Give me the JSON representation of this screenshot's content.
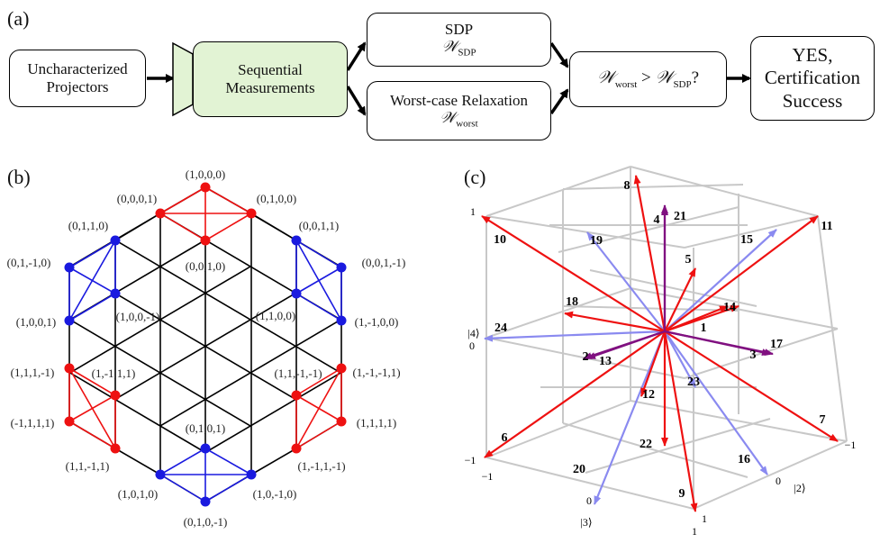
{
  "panel_a": {
    "label": "(a)",
    "box1": {
      "line1": "Uncharacterized",
      "line2": "Projectors"
    },
    "box2": {
      "line1": "Sequential",
      "line2": "Measurements"
    },
    "box3": {
      "line1": "SDP",
      "math": "𝒲",
      "sub": "SDP"
    },
    "box4": {
      "line1": "Worst-case Relaxation",
      "math": "𝒲",
      "sub": "worst"
    },
    "box5": {
      "math1": "𝒲",
      "sub1": "worst",
      "op": " > ",
      "math2": "𝒲",
      "sub2": "SDP",
      "q": "?"
    },
    "box6": {
      "line1": "YES,",
      "line2": "Certification",
      "line3": "Success"
    }
  },
  "panel_b": {
    "label": "(b)",
    "node_labels": {
      "top": "(1,0,0,0)",
      "tl": "(0,0,0,1)",
      "tr": "(0,1,0,0)",
      "tc": "(0,0,1,0)",
      "ult": "(0,1,1,0)",
      "ulo": "(0,1,-1,0)",
      "uli": "(1,0,0,-1)",
      "ulb": "(1,0,0,1)",
      "urt": "(0,0,1,1)",
      "uro": "(0,0,1,-1)",
      "uri": "(1,1,0,0)",
      "urb": "(1,-1,0,0)",
      "llt": "(1,1,1,-1)",
      "lli": "(1,-1,1,1)",
      "llo": "(-1,1,1,1)",
      "llb": "(1,1,-1,1)",
      "lrt": "(1,1,-1,-1)",
      "lri": "(1,-1,-1,1)",
      "lro": "(1,1,1,1)",
      "lrb": "(1,-1,1,-1)",
      "bc": "(0,1,0,1)",
      "bl": "(1,0,1,0)",
      "br": "(1,0,-1,0)",
      "bot": "(0,1,0,-1)"
    },
    "colors": {
      "red": "#ee1111",
      "blue": "#1a1adf",
      "black": "#000000"
    }
  },
  "panel_c": {
    "label": "(c)",
    "axis_labels": {
      "ax4": "|4⟩",
      "ax3": "|3⟩",
      "ax2": "|2⟩"
    },
    "ticks": {
      "v1_top": "1",
      "v0_mid": "0",
      "vm1_bottom": "−1",
      "ax3_m1": "−1",
      "ax3_0": "0",
      "ax3_1": "1",
      "ax3_1b": "1",
      "ax2_0": "0",
      "ax2_m1": "−1"
    },
    "vectors": [
      {
        "n": "1",
        "color": "#ee1111"
      },
      {
        "n": "2",
        "color": "#801080"
      },
      {
        "n": "3",
        "color": "#801080"
      },
      {
        "n": "4",
        "color": "#801080"
      },
      {
        "n": "5",
        "color": "#ee1111"
      },
      {
        "n": "6",
        "color": "#ee1111"
      },
      {
        "n": "7",
        "color": "#ee1111"
      },
      {
        "n": "8",
        "color": "#ee1111"
      },
      {
        "n": "9",
        "color": "#ee1111"
      },
      {
        "n": "10",
        "color": "#ee1111"
      },
      {
        "n": "11",
        "color": "#ee1111"
      },
      {
        "n": "12",
        "color": "#ee1111"
      },
      {
        "n": "13",
        "color": "#801080"
      },
      {
        "n": "14",
        "color": "#ee1111"
      },
      {
        "n": "15",
        "color": "#8a8af0"
      },
      {
        "n": "16",
        "color": "#8a8af0"
      },
      {
        "n": "17",
        "color": "#801080"
      },
      {
        "n": "18",
        "color": "#ee1111"
      },
      {
        "n": "19",
        "color": "#8a8af0"
      },
      {
        "n": "20",
        "color": "#8a8af0"
      },
      {
        "n": "21",
        "color": "#801080"
      },
      {
        "n": "22",
        "color": "#ee1111"
      },
      {
        "n": "23",
        "color": "#8a8af0"
      },
      {
        "n": "24",
        "color": "#8a8af0"
      }
    ]
  }
}
